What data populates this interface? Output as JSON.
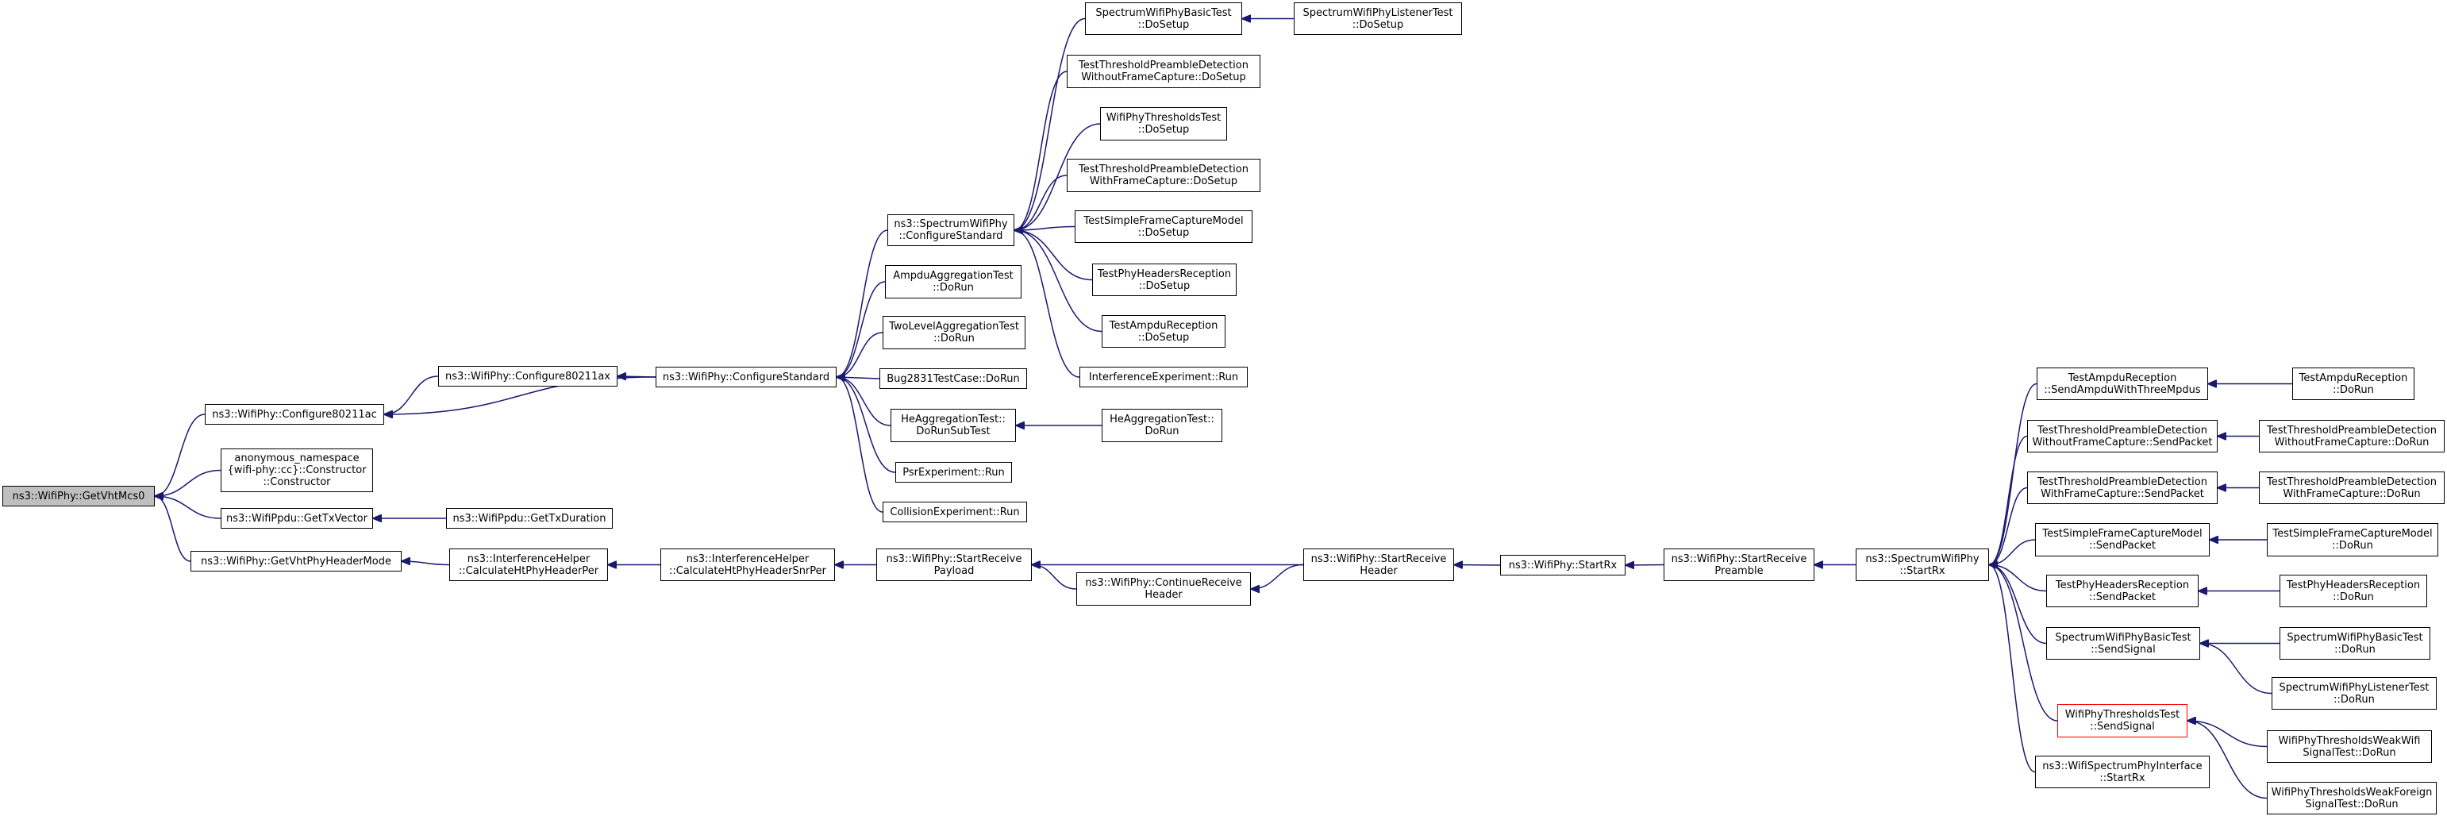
{
  "colors": {
    "edge": "#191970",
    "node_border": "#000000",
    "root_fill": "#bfbfbf",
    "highlight_border": "#ff0000"
  },
  "nodes": [
    {
      "id": "getvhtmcs0",
      "lines": [
        "ns3::WifiPhy::GetVhtMcs0"
      ],
      "root": true
    },
    {
      "id": "configure80211ac",
      "lines": [
        "ns3::WifiPhy::Configure80211ac"
      ]
    },
    {
      "id": "anon-constructor",
      "lines": [
        "anonymous_namespace",
        "{wifi-phy::cc}::Constructor",
        "::Constructor"
      ]
    },
    {
      "id": "gettxvector",
      "lines": [
        "ns3::WifiPpdu::GetTxVector"
      ]
    },
    {
      "id": "getvhtphyheadermode",
      "lines": [
        "ns3::WifiPhy::GetVhtPhyHeaderMode"
      ]
    },
    {
      "id": "configure80211ax",
      "lines": [
        "ns3::WifiPhy::Configure80211ax"
      ]
    },
    {
      "id": "gettxduration",
      "lines": [
        "ns3::WifiPpdu::GetTxDuration"
      ]
    },
    {
      "id": "calchtphyheaderper",
      "lines": [
        "ns3::InterferenceHelper",
        "::CalculateHtPhyHeaderPer"
      ]
    },
    {
      "id": "configurestandard",
      "lines": [
        "ns3::WifiPhy::ConfigureStandard"
      ]
    },
    {
      "id": "calchtphyheadersnrper",
      "lines": [
        "ns3::InterferenceHelper",
        "::CalculateHtPhyHeaderSnrPer"
      ]
    },
    {
      "id": "spectrum-configurestandard",
      "lines": [
        "ns3::SpectrumWifiPhy",
        "::ConfigureStandard"
      ]
    },
    {
      "id": "ampduaggtest-dorun",
      "lines": [
        "AmpduAggregationTest",
        "::DoRun"
      ]
    },
    {
      "id": "twolevelagg-dorun",
      "lines": [
        "TwoLevelAggregationTest",
        "::DoRun"
      ]
    },
    {
      "id": "bug2831-dorun",
      "lines": [
        "Bug2831TestCase::DoRun"
      ]
    },
    {
      "id": "heagg-dorunsubtest",
      "lines": [
        "HeAggregationTest::",
        "DoRunSubTest"
      ]
    },
    {
      "id": "psrexp-run",
      "lines": [
        "PsrExperiment::Run"
      ]
    },
    {
      "id": "collisionexp-run",
      "lines": [
        "CollisionExperiment::Run"
      ]
    },
    {
      "id": "startreceivepayload",
      "lines": [
        "ns3::WifiPhy::StartReceive",
        "Payload"
      ]
    },
    {
      "id": "spectrumbasic-dosetup",
      "lines": [
        "SpectrumWifiPhyBasicTest",
        "::DoSetup"
      ]
    },
    {
      "id": "ttpd-wofc-dosetup",
      "lines": [
        "TestThresholdPreambleDetection",
        "WithoutFrameCapture::DoSetup"
      ]
    },
    {
      "id": "thresholdstest-dosetup",
      "lines": [
        "WifiPhyThresholdsTest",
        "::DoSetup"
      ]
    },
    {
      "id": "ttpd-wfc-dosetup",
      "lines": [
        "TestThresholdPreambleDetection",
        "WithFrameCapture::DoSetup"
      ]
    },
    {
      "id": "simplefc-dosetup",
      "lines": [
        "TestSimpleFrameCaptureModel",
        "::DoSetup"
      ]
    },
    {
      "id": "phyheaders-dosetup",
      "lines": [
        "TestPhyHeadersReception",
        "::DoSetup"
      ]
    },
    {
      "id": "ampdurecep-dosetup",
      "lines": [
        "TestAmpduReception",
        "::DoSetup"
      ]
    },
    {
      "id": "interferenceexp-run",
      "lines": [
        "InterferenceExperiment::Run"
      ]
    },
    {
      "id": "heagg-dorun",
      "lines": [
        "HeAggregationTest::",
        "DoRun"
      ]
    },
    {
      "id": "continuereceiveheader",
      "lines": [
        "ns3::WifiPhy::ContinueReceive",
        "Header"
      ]
    },
    {
      "id": "spectrumlistener-dosetup",
      "lines": [
        "SpectrumWifiPhyListenerTest",
        "::DoSetup"
      ]
    },
    {
      "id": "startreceiveheader",
      "lines": [
        "ns3::WifiPhy::StartReceive",
        "Header"
      ]
    },
    {
      "id": "startrx",
      "lines": [
        "ns3::WifiPhy::StartRx"
      ]
    },
    {
      "id": "startreceivepreamble",
      "lines": [
        "ns3::WifiPhy::StartReceive",
        "Preamble"
      ]
    },
    {
      "id": "spectrum-startrx",
      "lines": [
        "ns3::SpectrumWifiPhy",
        "::StartRx"
      ]
    },
    {
      "id": "ampdurecep-send3",
      "lines": [
        "TestAmpduReception",
        "::SendAmpduWithThreeMpdus"
      ]
    },
    {
      "id": "ttpd-wofc-send",
      "lines": [
        "TestThresholdPreambleDetection",
        "WithoutFrameCapture::SendPacket"
      ]
    },
    {
      "id": "ttpd-wfc-send",
      "lines": [
        "TestThresholdPreambleDetection",
        "WithFrameCapture::SendPacket"
      ]
    },
    {
      "id": "simplefc-send",
      "lines": [
        "TestSimpleFrameCaptureModel",
        "::SendPacket"
      ]
    },
    {
      "id": "phyheaders-send",
      "lines": [
        "TestPhyHeadersReception",
        "::SendPacket"
      ]
    },
    {
      "id": "spectrumbasic-sendsignal",
      "lines": [
        "SpectrumWifiPhyBasicTest",
        "::SendSignal"
      ]
    },
    {
      "id": "thresholdstest-sendsignal",
      "lines": [
        "WifiPhyThresholdsTest",
        "::SendSignal"
      ],
      "highlight": true
    },
    {
      "id": "spectrumif-startrx",
      "lines": [
        "ns3::WifiSpectrumPhyInterface",
        "::StartRx"
      ]
    },
    {
      "id": "ampdurecep-dorun",
      "lines": [
        "TestAmpduReception",
        "::DoRun"
      ]
    },
    {
      "id": "ttpd-wofc-dorun",
      "lines": [
        "TestThresholdPreambleDetection",
        "WithoutFrameCapture::DoRun"
      ]
    },
    {
      "id": "ttpd-wfc-dorun",
      "lines": [
        "TestThresholdPreambleDetection",
        "WithFrameCapture::DoRun"
      ]
    },
    {
      "id": "simplefc-dorun",
      "lines": [
        "TestSimpleFrameCaptureModel",
        "::DoRun"
      ]
    },
    {
      "id": "phyheaders-dorun",
      "lines": [
        "TestPhyHeadersReception",
        "::DoRun"
      ]
    },
    {
      "id": "spectrumbasic-dorun",
      "lines": [
        "SpectrumWifiPhyBasicTest",
        "::DoRun"
      ]
    },
    {
      "id": "spectrumlistener-dorun",
      "lines": [
        "SpectrumWifiPhyListenerTest",
        "::DoRun"
      ]
    },
    {
      "id": "weakwifi-dorun",
      "lines": [
        "WifiPhyThresholdsWeakWifi",
        "SignalTest::DoRun"
      ]
    },
    {
      "id": "weakforeign-dorun",
      "lines": [
        "WifiPhyThresholdsWeakForeign",
        "SignalTest::DoRun"
      ]
    }
  ],
  "edges": [
    [
      "configure80211ac",
      "getvhtmcs0"
    ],
    [
      "anon-constructor",
      "getvhtmcs0"
    ],
    [
      "gettxvector",
      "getvhtmcs0"
    ],
    [
      "getvhtphyheadermode",
      "getvhtmcs0"
    ],
    [
      "configure80211ax",
      "configure80211ac"
    ],
    [
      "configurestandard",
      "configure80211ac"
    ],
    [
      "gettxduration",
      "gettxvector"
    ],
    [
      "calchtphyheaderper",
      "getvhtphyheadermode"
    ],
    [
      "configurestandard",
      "configure80211ax"
    ],
    [
      "calchtphyheadersnrper",
      "calchtphyheaderper"
    ],
    [
      "spectrum-configurestandard",
      "configurestandard"
    ],
    [
      "ampduaggtest-dorun",
      "configurestandard"
    ],
    [
      "twolevelagg-dorun",
      "configurestandard"
    ],
    [
      "bug2831-dorun",
      "configurestandard"
    ],
    [
      "heagg-dorunsubtest",
      "configurestandard"
    ],
    [
      "psrexp-run",
      "configurestandard"
    ],
    [
      "collisionexp-run",
      "configurestandard"
    ],
    [
      "startreceivepayload",
      "calchtphyheadersnrper"
    ],
    [
      "spectrumbasic-dosetup",
      "spectrum-configurestandard"
    ],
    [
      "ttpd-wofc-dosetup",
      "spectrum-configurestandard"
    ],
    [
      "thresholdstest-dosetup",
      "spectrum-configurestandard"
    ],
    [
      "ttpd-wfc-dosetup",
      "spectrum-configurestandard"
    ],
    [
      "simplefc-dosetup",
      "spectrum-configurestandard"
    ],
    [
      "phyheaders-dosetup",
      "spectrum-configurestandard"
    ],
    [
      "ampdurecep-dosetup",
      "spectrum-configurestandard"
    ],
    [
      "interferenceexp-run",
      "spectrum-configurestandard"
    ],
    [
      "heagg-dorun",
      "heagg-dorunsubtest"
    ],
    [
      "continuereceiveheader",
      "startreceivepayload"
    ],
    [
      "startreceiveheader",
      "startreceivepayload"
    ],
    [
      "spectrumlistener-dosetup",
      "spectrumbasic-dosetup"
    ],
    [
      "startreceiveheader",
      "continuereceiveheader"
    ],
    [
      "startrx",
      "startreceiveheader"
    ],
    [
      "startreceivepreamble",
      "startrx"
    ],
    [
      "spectrum-startrx",
      "startreceivepreamble"
    ],
    [
      "ampdurecep-send3",
      "spectrum-startrx"
    ],
    [
      "ttpd-wofc-send",
      "spectrum-startrx"
    ],
    [
      "ttpd-wfc-send",
      "spectrum-startrx"
    ],
    [
      "simplefc-send",
      "spectrum-startrx"
    ],
    [
      "phyheaders-send",
      "spectrum-startrx"
    ],
    [
      "spectrumbasic-sendsignal",
      "spectrum-startrx"
    ],
    [
      "thresholdstest-sendsignal",
      "spectrum-startrx"
    ],
    [
      "spectrumif-startrx",
      "spectrum-startrx"
    ],
    [
      "ampdurecep-dorun",
      "ampdurecep-send3"
    ],
    [
      "ttpd-wofc-dorun",
      "ttpd-wofc-send"
    ],
    [
      "ttpd-wfc-dorun",
      "ttpd-wfc-send"
    ],
    [
      "simplefc-dorun",
      "simplefc-send"
    ],
    [
      "phyheaders-dorun",
      "phyheaders-send"
    ],
    [
      "spectrumbasic-dorun",
      "spectrumbasic-sendsignal"
    ],
    [
      "spectrumlistener-dorun",
      "spectrumbasic-sendsignal"
    ],
    [
      "weakwifi-dorun",
      "thresholdstest-sendsignal"
    ],
    [
      "weakforeign-dorun",
      "thresholdstest-sendsignal"
    ]
  ]
}
